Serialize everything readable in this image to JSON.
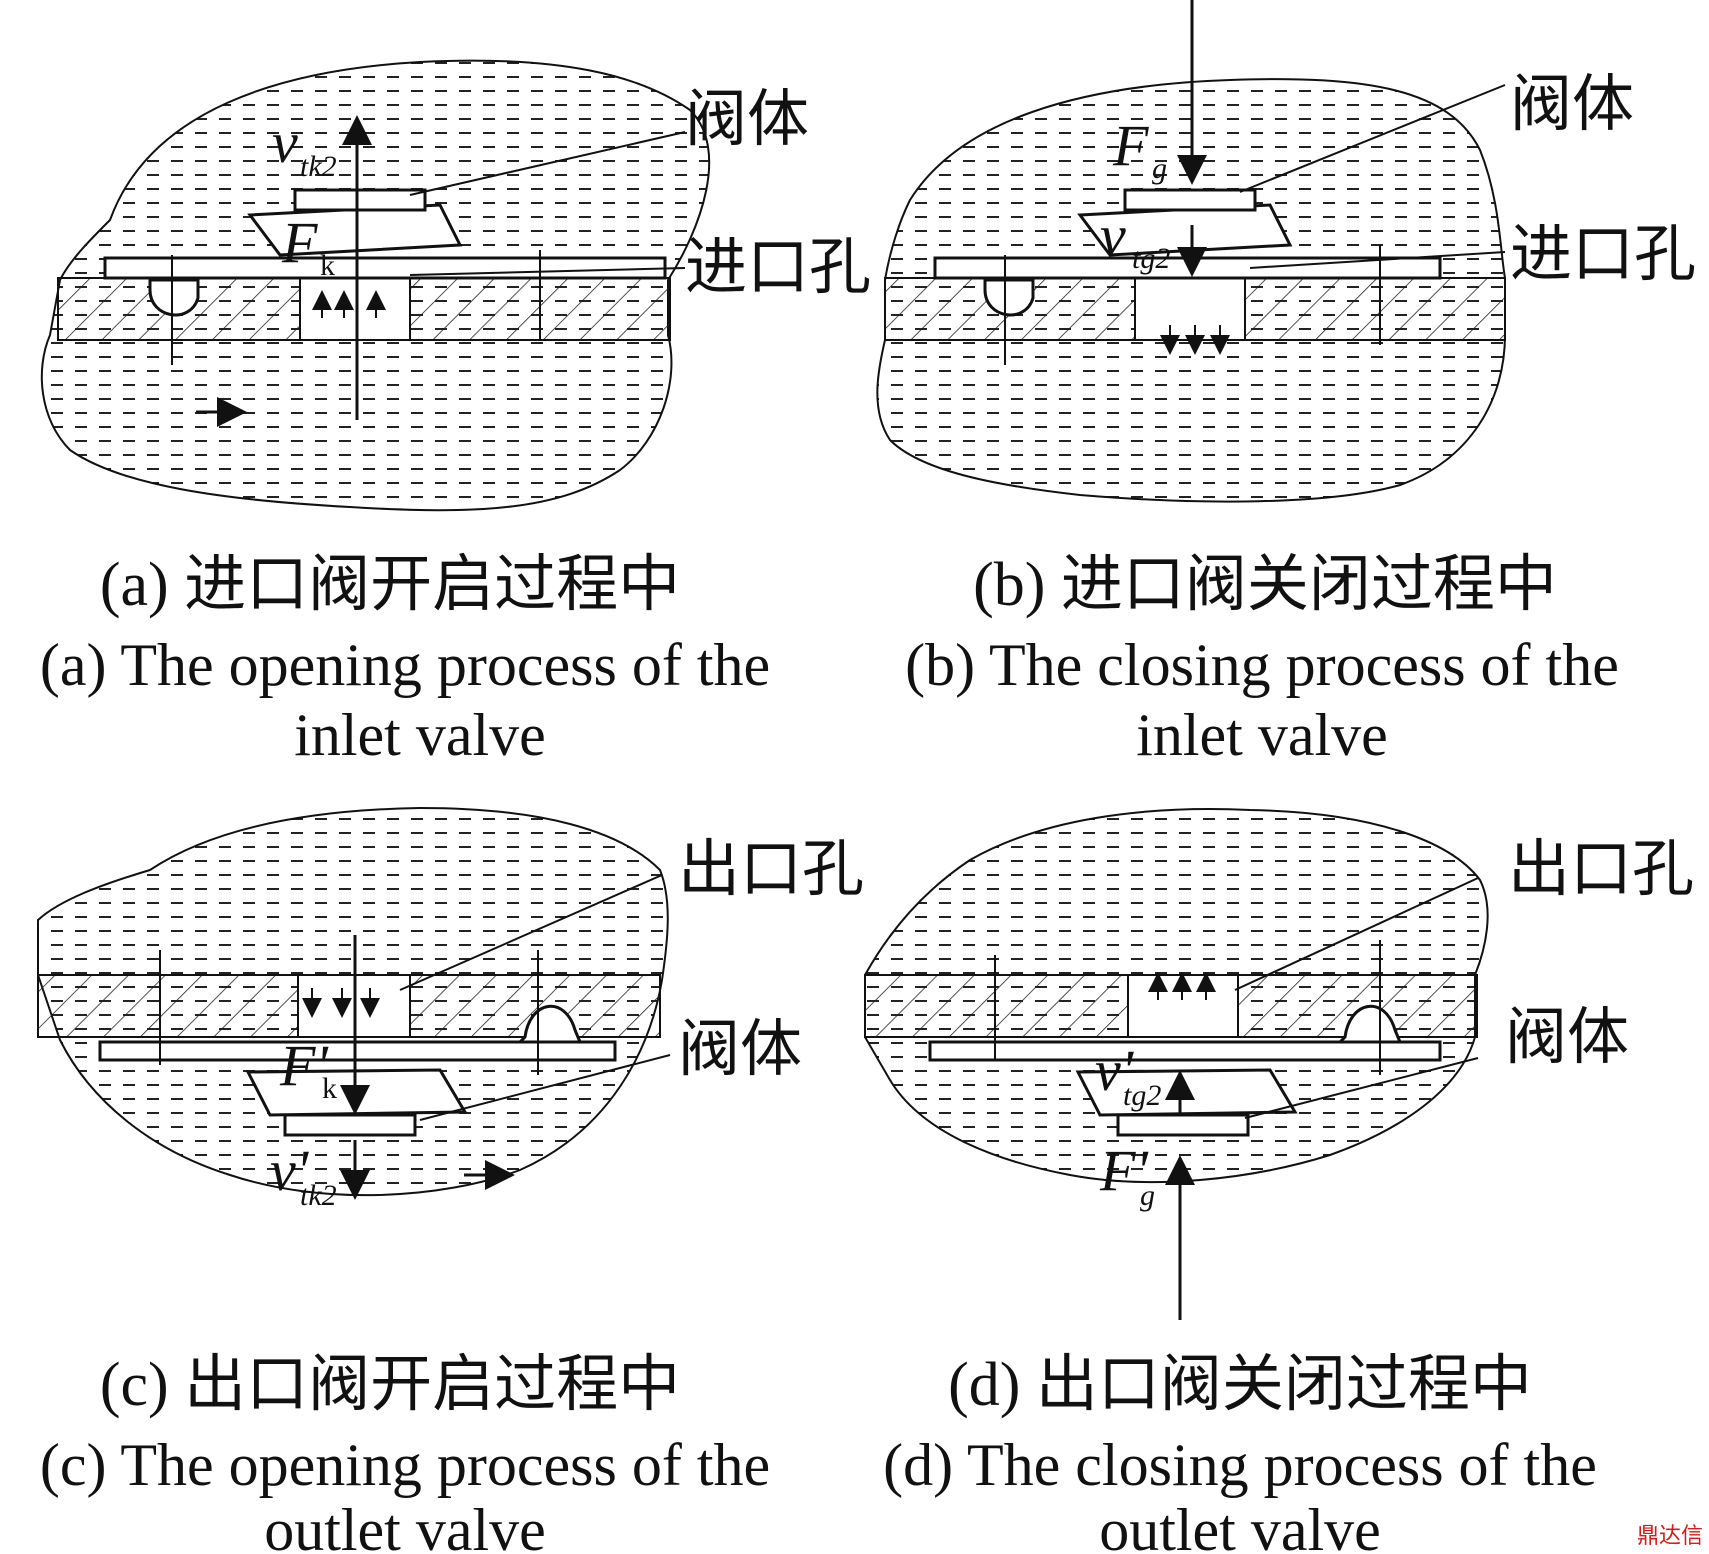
{
  "panels": [
    {
      "id": "a",
      "caption_cn": "(a) 进口阀开启过程中",
      "caption_en_1": "(a) The opening process of the",
      "caption_en_2": "inlet valve",
      "label_body": "阀体",
      "label_hole": "进口孔",
      "sym_v": "v",
      "sym_v_sub": "tk2",
      "sym_f": "F",
      "sym_f_sub": "k"
    },
    {
      "id": "b",
      "caption_cn": "(b) 进口阀关闭过程中",
      "caption_en_1": "(b) The closing process of the",
      "caption_en_2": "inlet valve",
      "label_body": "阀体",
      "label_hole": "进口孔",
      "sym_v": "v",
      "sym_v_sub": "tg2",
      "sym_f": "F",
      "sym_f_sub": "g"
    },
    {
      "id": "c",
      "caption_cn": "(c) 出口阀开启过程中",
      "caption_en_1": "(c) The opening process of the",
      "caption_en_2": "outlet valve",
      "label_body": "阀体",
      "label_hole": "出口孔",
      "sym_v": "v'",
      "sym_v_sub": "tk2",
      "sym_f": "F'",
      "sym_f_sub": "k"
    },
    {
      "id": "d",
      "caption_cn": "(d) 出口阀关闭过程中",
      "caption_en_1": "(d) The closing process of the",
      "caption_en_2": "outlet valve",
      "label_body": "阀体",
      "label_hole": "出口孔",
      "sym_v": "v'",
      "sym_v_sub": "tg2",
      "sym_f": "F'",
      "sym_f_sub": "g"
    }
  ],
  "watermark": "鼎达信"
}
